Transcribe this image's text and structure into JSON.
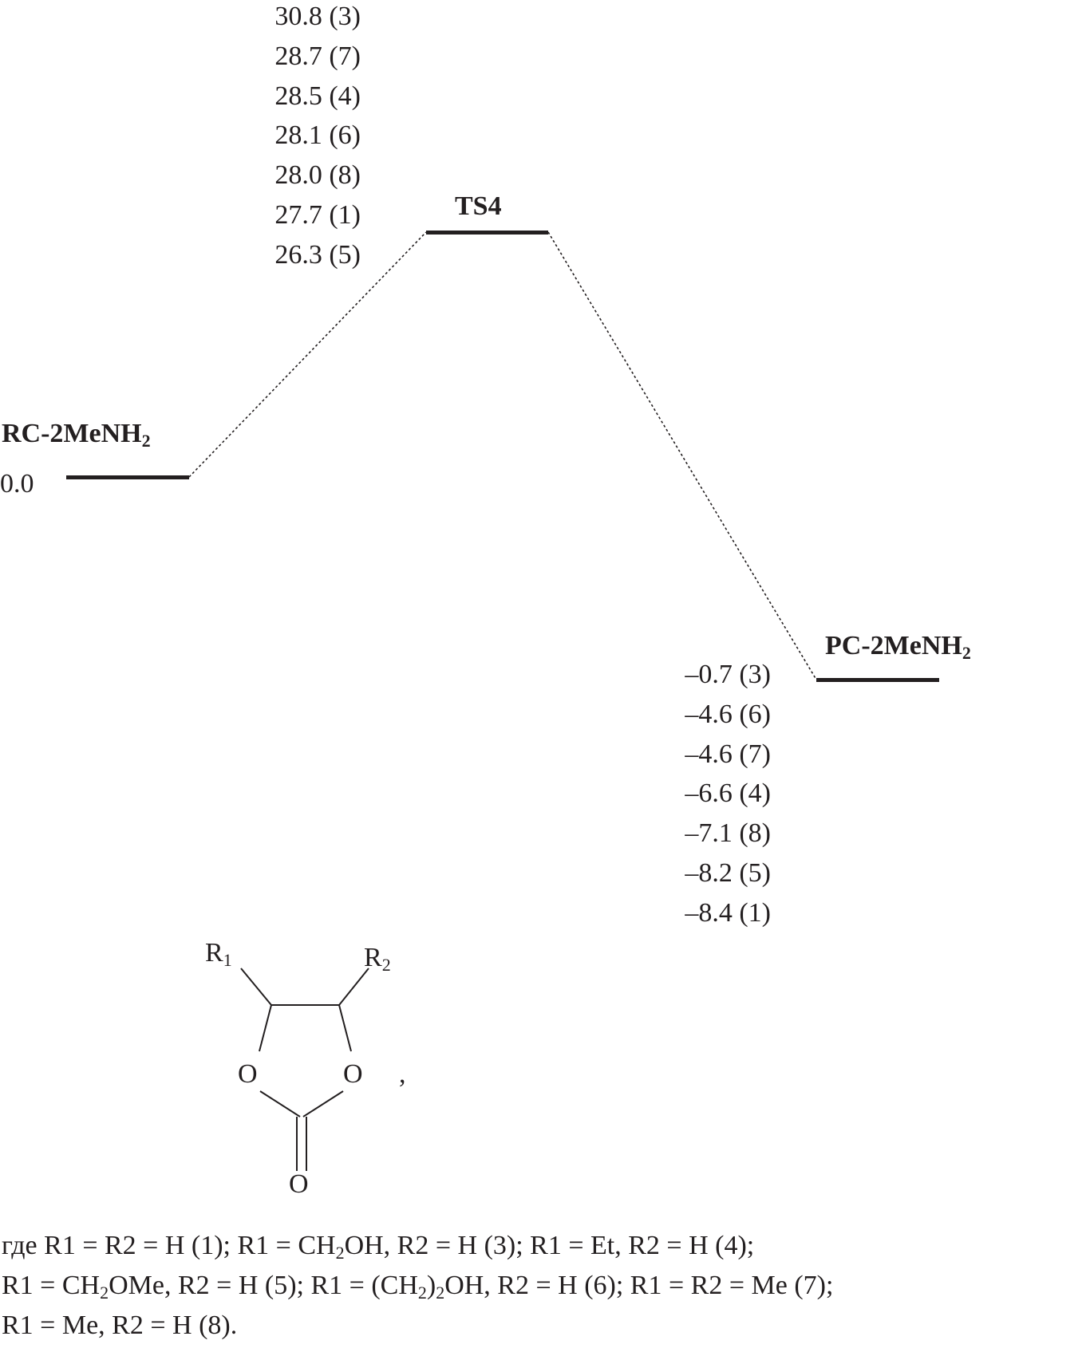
{
  "diagram": {
    "levels": {
      "rc": {
        "name": "RC-2MeNH",
        "name_sub": "2",
        "energy": "0.0"
      },
      "ts": {
        "name": "TS4"
      },
      "pc": {
        "name": "PC-2MeNH",
        "name_sub": "2"
      }
    },
    "ts_energies": [
      "30.8 (3)",
      "28.7 (7)",
      "28.5 (4)",
      "28.1 (6)",
      "28.0 (8)",
      "27.7 (1)",
      "26.3 (5)"
    ],
    "pc_energies": [
      "–0.7 (3)",
      "–4.6 (6)",
      "–4.6 (7)",
      "–6.6 (4)",
      "–7.1 (8)",
      "–8.2 (5)",
      "–8.4 (1)"
    ]
  },
  "structure": {
    "r1": "R",
    "r1_sub": "1",
    "r2": "R",
    "r2_sub": "2",
    "o_left": "O",
    "o_right": "O",
    "o_carbonyl": "O",
    "comma": ","
  },
  "caption": {
    "line1": {
      "a": "где R1 = R2 = H (1); R1 = CH",
      "a_sub": "2",
      "b": "OH, R2 = H (3); R1 = Et, R2 = H (4);"
    },
    "line2": {
      "a": "R1 = CH",
      "a_sub": "2",
      "b": "OMe, R2 = H (5); R1 = (CH",
      "b_sub": "2",
      "c": ")",
      "c_sub": "2",
      "d": "OH, R2 = H (6); R1 = R2 = Me (7);"
    },
    "line3": "R1 = Me, R2 = H (8)."
  }
}
